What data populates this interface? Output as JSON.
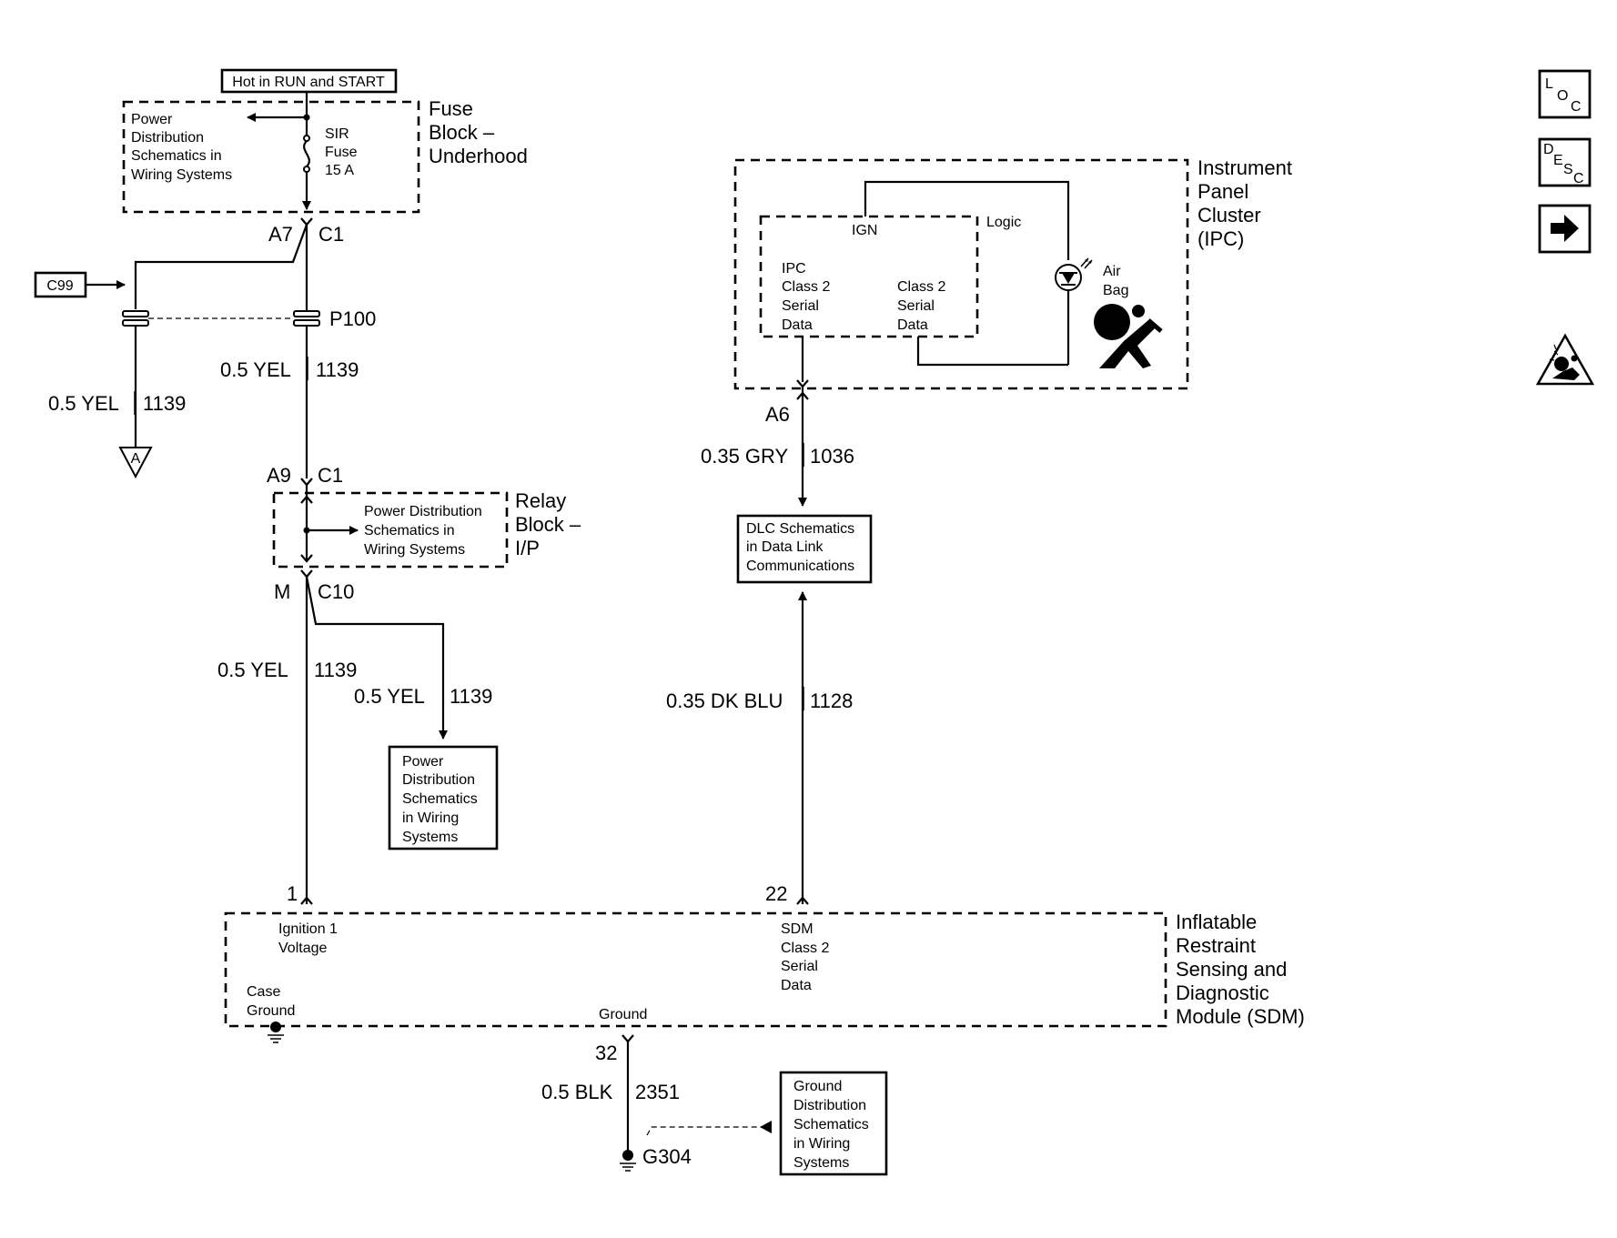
{
  "top_label": "Hot in RUN and START",
  "fuse_block": {
    "name": [
      "Fuse",
      "Block –",
      "Underhood"
    ],
    "power_ref": [
      "Power",
      "Distribution",
      "Schematics in",
      "Wiring Systems"
    ],
    "fuse": [
      "SIR",
      "Fuse",
      "15 A"
    ]
  },
  "connectors": {
    "a7": "A7",
    "c1_top": "C1",
    "c99": "C99",
    "p100": "P100",
    "a9": "A9",
    "c1_mid": "C1",
    "m": "M",
    "c10": "C10",
    "a6": "A6",
    "pin1": "1",
    "pin22": "22",
    "pin32": "32",
    "g304": "G304",
    "offpage_a": "A"
  },
  "wires": {
    "w1_color": "0.5 YEL",
    "w1_circuit": "1139",
    "w2_color": "0.5 YEL",
    "w2_circuit": "1139",
    "w3_color": "0.5 YEL",
    "w3_circuit": "1139",
    "w4_color": "0.5 YEL",
    "w4_circuit": "1139",
    "w5_color": "0.35 GRY",
    "w5_circuit": "1036",
    "w6_color": "0.35 DK BLU",
    "w6_circuit": "1128",
    "w7_color": "0.5 BLK",
    "w7_circuit": "2351"
  },
  "relay_block": {
    "name": [
      "Relay",
      "Block –",
      "I/P"
    ],
    "power_ref": [
      "Power Distribution",
      "Schematics in",
      "Wiring Systems"
    ]
  },
  "power_box": [
    "Power",
    "Distribution",
    "Schematics",
    "in Wiring",
    "Systems"
  ],
  "ipc": {
    "name": [
      "Instrument",
      "Panel",
      "Cluster",
      "(IPC)"
    ],
    "ign": "IGN",
    "logic": "Logic",
    "left_text": [
      "IPC",
      "Class 2",
      "Serial",
      "Data"
    ],
    "right_text": [
      "Class 2",
      "Serial",
      "Data"
    ],
    "airbag": [
      "Air",
      "Bag"
    ]
  },
  "dlc_box": [
    "DLC Schematics",
    "in Data Link",
    "Communications"
  ],
  "sdm": {
    "name": [
      "Inflatable",
      "Restraint",
      "Sensing and",
      "Diagnostic",
      "Module (SDM)"
    ],
    "ignition": [
      "Ignition 1",
      "Voltage"
    ],
    "serial": [
      "SDM",
      "Class 2",
      "Serial",
      "Data"
    ],
    "case_ground": [
      "Case",
      "Ground"
    ],
    "ground": "Ground"
  },
  "ground_box": [
    "Ground",
    "Distribution",
    "Schematics",
    "in Wiring",
    "Systems"
  ],
  "nav": {
    "loc": [
      "L",
      "O",
      "C"
    ],
    "desc": [
      "D",
      "E",
      "S",
      "C"
    ]
  }
}
